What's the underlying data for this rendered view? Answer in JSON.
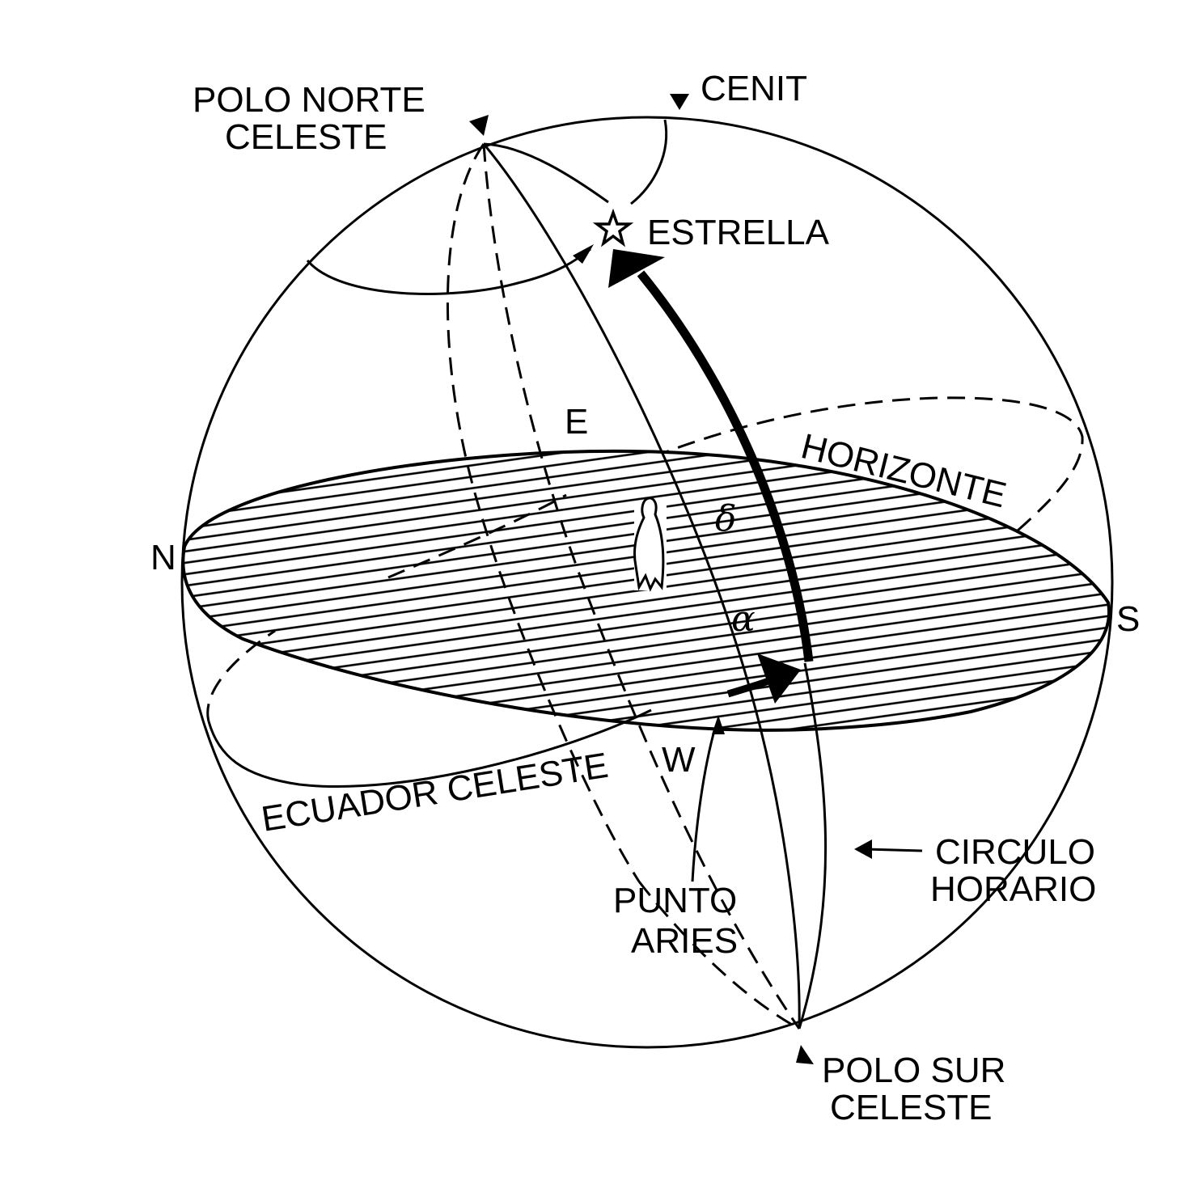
{
  "labels": {
    "polo_norte_1": "POLO NORTE",
    "polo_norte_2": "CELESTE",
    "cenit": "CENIT",
    "estrella": "ESTRELLA",
    "east": "E",
    "horizonte": "HORIZONTE",
    "north": "N",
    "south": "S",
    "west": "W",
    "delta": "δ",
    "alpha": "α",
    "ecuador_celeste": "ECUADOR  CELESTE",
    "circulo_1": "CIRCULO",
    "circulo_2": "HORARIO",
    "punto_1": "PUNTO",
    "punto_2": "ARIES",
    "polo_sur_1": "POLO SUR",
    "polo_sur_2": "CELESTE"
  },
  "colors": {
    "ink": "#000000",
    "paper": "#ffffff"
  },
  "icons": [
    "star-icon",
    "observer-figure"
  ]
}
